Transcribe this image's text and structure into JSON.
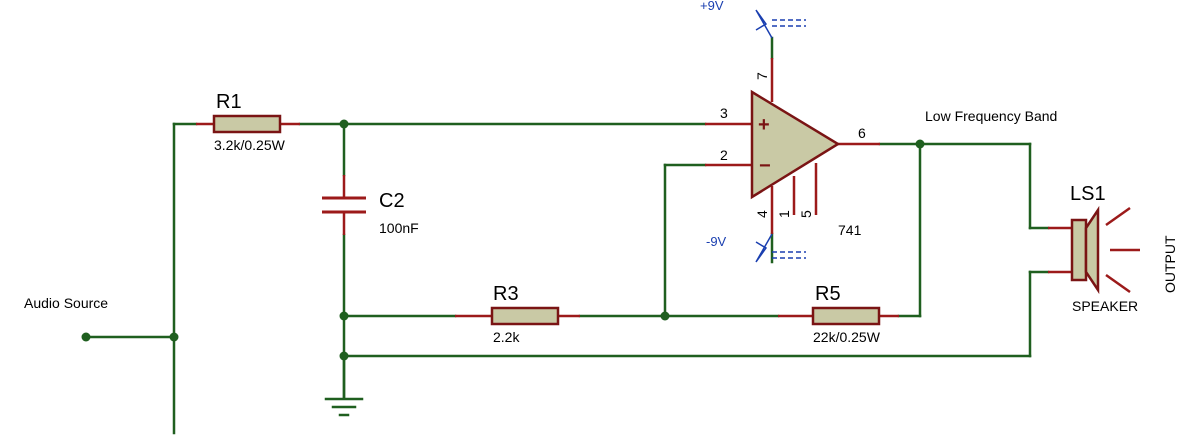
{
  "components": {
    "r1": {
      "ref": "R1",
      "value": "3.2k/0.25W"
    },
    "c2": {
      "ref": "C2",
      "value": "100nF"
    },
    "r3": {
      "ref": "R3",
      "value": "2.2k"
    },
    "r5": {
      "ref": "R5",
      "value": "22k/0.25W"
    },
    "opamp": {
      "value": "741",
      "pins": {
        "p1": "1",
        "p2": "2",
        "p3": "3",
        "p4": "4",
        "p5": "5",
        "p6": "6",
        "p7": "7"
      },
      "plus": "+",
      "minus": "−"
    },
    "ls1": {
      "ref": "LS1",
      "value": "SPEAKER"
    }
  },
  "labels": {
    "input": "Audio Source",
    "net": "Low Frequency Band",
    "output": "OUTPUT",
    "vpos": "+9V",
    "vneg": "-9V"
  }
}
